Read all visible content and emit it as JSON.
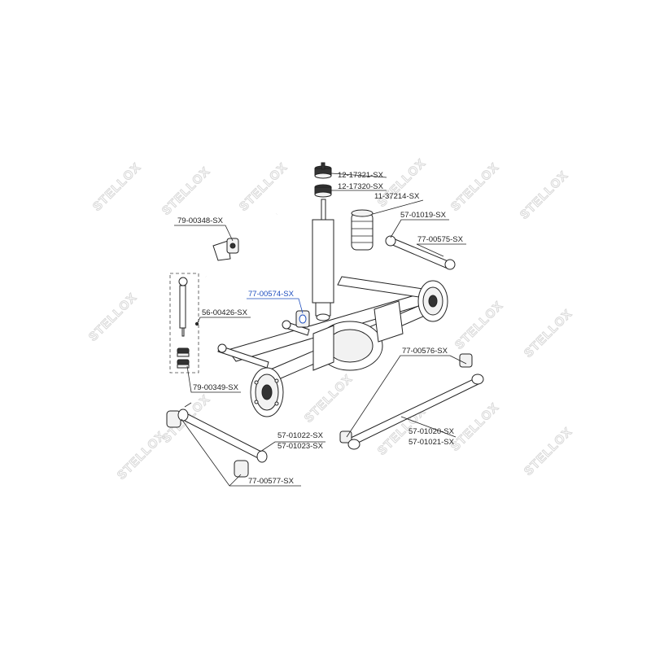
{
  "watermark": {
    "text": "STELLOX"
  },
  "labels": {
    "p12_17321": "12-17321-SX",
    "p12_17320": "12-17320-SX",
    "p11_37214": "11-37214-SX",
    "p57_01019": "57-01019-SX",
    "p77_00575": "77-00575-SX",
    "p79_00348": "79-00348-SX",
    "p77_00574": "77-00574-SX",
    "p56_00426": "56-00426-SX",
    "p77_00576": "77-00576-SX",
    "p79_00349": "79-00349-SX",
    "p57_01022": "57-01022-SX",
    "p57_01023": "57-01023-SX",
    "p57_01020": "57-01020-SX",
    "p57_01021": "57-01021-SX",
    "p77_00577": "77-00577-SX"
  },
  "colors": {
    "highlight": "#1f4fbf",
    "line": "#222222",
    "watermark": "#d8d8d8"
  }
}
